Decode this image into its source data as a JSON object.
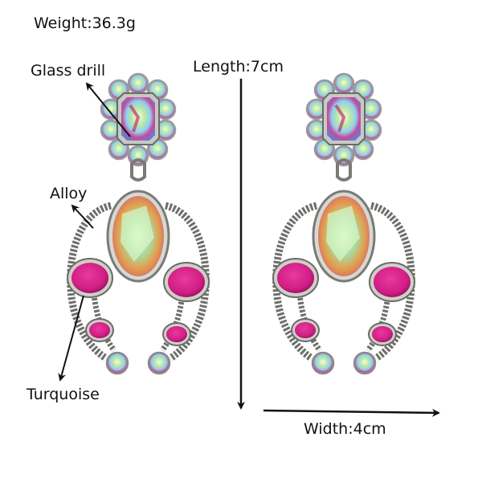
{
  "product": {
    "weight": "Weight:36.3g",
    "length": "Length:7cm",
    "width": "Width:4cm"
  },
  "annotations": {
    "glass_drill": "Glass drill",
    "alloy": "Alloy",
    "turquoise": "Turquoise"
  },
  "colors": {
    "background": "#ffffff",
    "text": "#111111",
    "metal": "#8a8a86",
    "metal_dark": "#4a4a48",
    "stone_pink": "#d21e86",
    "stone_pink_dark": "#8c1058",
    "crystal_green": "#b9e6a8",
    "crystal_orange": "#e59a4a",
    "crystal_blue": "#8fd0f0"
  }
}
